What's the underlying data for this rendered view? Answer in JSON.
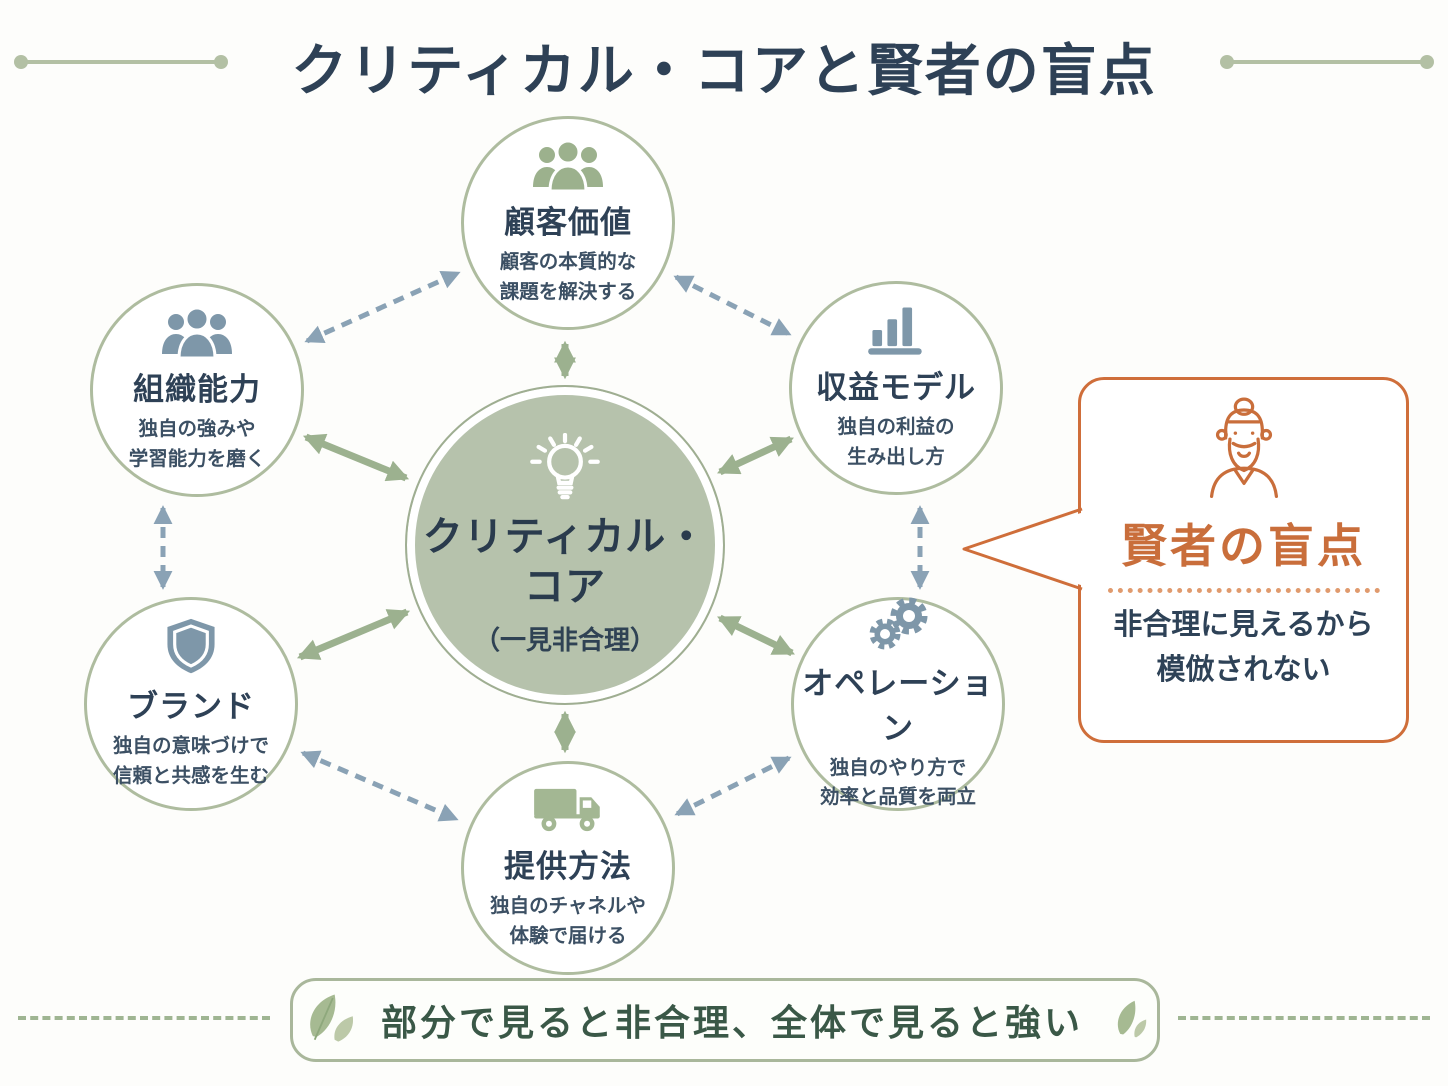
{
  "title": "クリティカル・コアと賢者の盲点",
  "center": {
    "icon": "lightbulb-icon",
    "label": "クリティカル・\nコア",
    "sublabel": "（一見非合理）"
  },
  "nodes": [
    {
      "id": "customer-value",
      "label": "顧客価値",
      "desc": "顧客の本質的な\n課題を解決する",
      "icon": "people-group-icon",
      "icon_color": "#9cb18d"
    },
    {
      "id": "organizational-capability",
      "label": "組織能力",
      "desc": "独自の強みや\n学習能力を磨く",
      "icon": "people-group-icon",
      "icon_color": "#7e97a9"
    },
    {
      "id": "revenue-model",
      "label": "収益モデル",
      "desc": "独自の利益の\n生み出し方",
      "icon": "bar-chart-icon",
      "icon_color": "#7e97a9"
    },
    {
      "id": "brand",
      "label": "ブランド",
      "desc": "独自の意味づけで\n信頼と共感を生む",
      "icon": "shield-icon",
      "icon_color": "#7e97a9"
    },
    {
      "id": "operation",
      "label": "オペレーション",
      "desc": "独自のやり方で\n効率と品質を両立",
      "icon": "gears-icon",
      "icon_color": "#7e97a9"
    },
    {
      "id": "delivery-method",
      "label": "提供方法",
      "desc": "独自のチャネルや\n体験で届ける",
      "icon": "truck-icon",
      "icon_color": "#a3b793"
    }
  ],
  "callout": {
    "icon": "sage-icon",
    "title": "賢者の盲点",
    "body": "非合理に見えるから\n模倣されない"
  },
  "footer": {
    "text": "部分で見ると非合理、全体で見ると強い",
    "icon_left": "leaf-sprig-icon",
    "icon_right": "leaf-sprig-icon"
  },
  "colors": {
    "background": "#fdfdfb",
    "title_text": "#2e4156",
    "sage_border": "#aebc9f",
    "center_fill": "#b6c2ac",
    "solid_arrow_green": "#9cb18f",
    "dashed_arrow_slate": "#8aa2b5",
    "green_icon": "#9cb18d",
    "slate_icon": "#7e97a9",
    "orange_accent": "#cf6e3a",
    "footer_text": "#3a5847"
  }
}
